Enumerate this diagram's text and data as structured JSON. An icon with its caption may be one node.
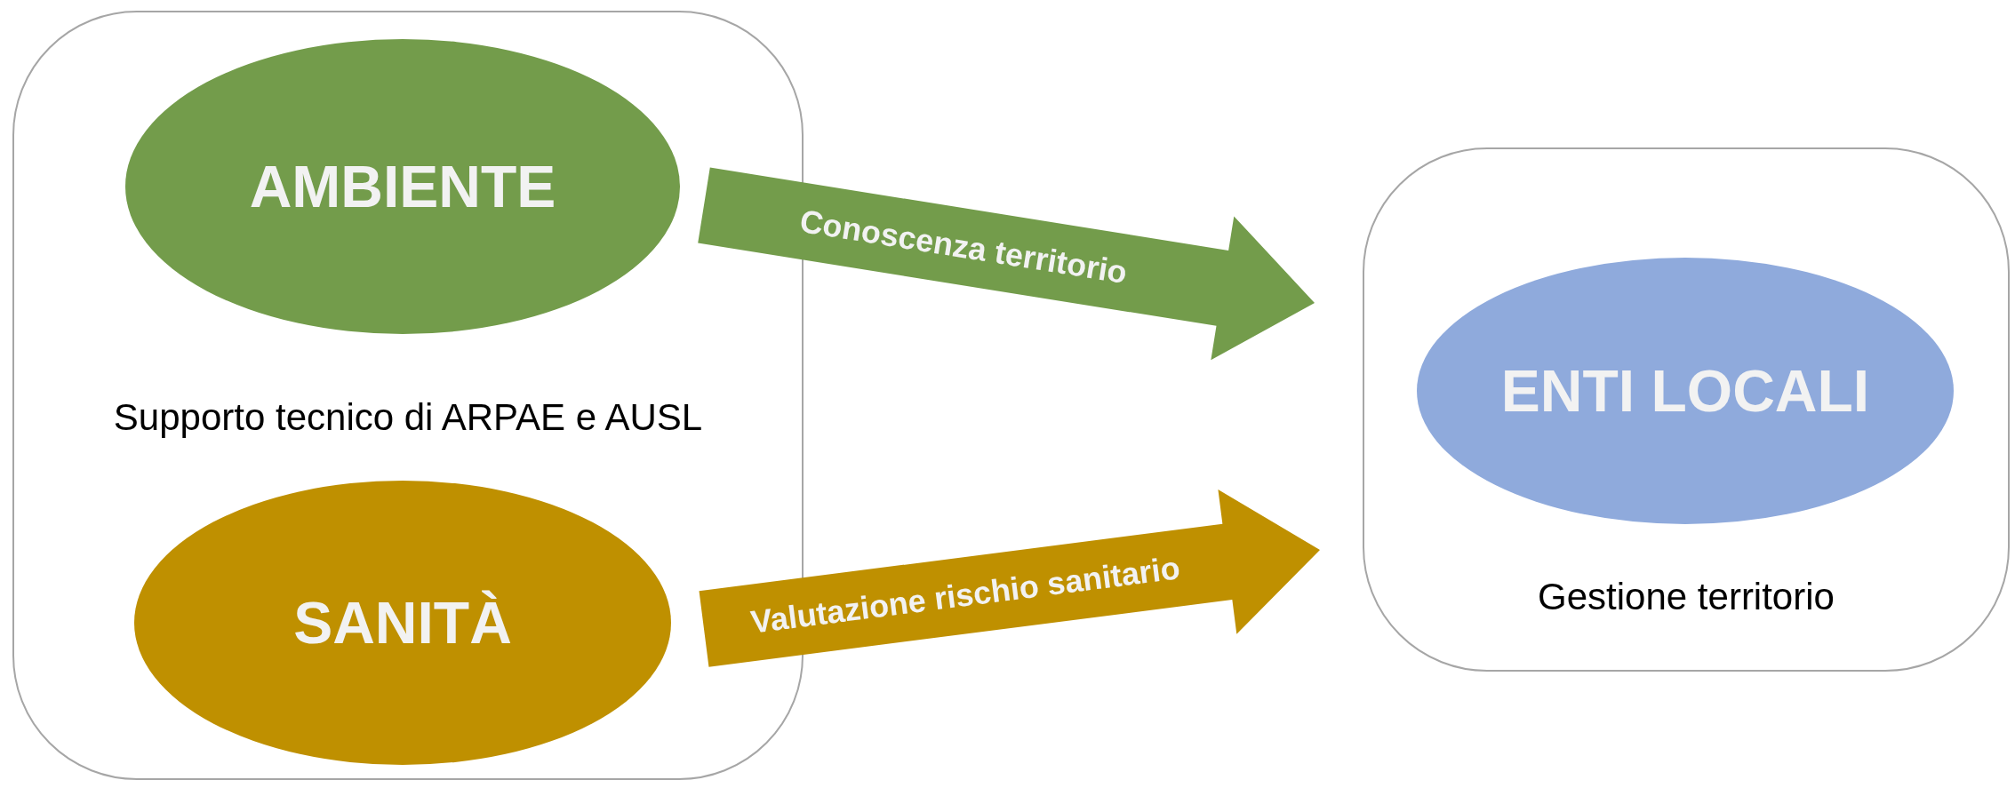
{
  "diagram": {
    "nodes": [
      {
        "text": [
          "Supporto tecnico di ARPAE e AUSL"
        ]
      },
      {
        "text": [
          "AMBIENTE"
        ],
        "in": 0
      },
      {
        "text": [
          "SANITÀ"
        ],
        "in": 0
      },
      {
        "text": [
          "Gestione territorio"
        ]
      },
      {
        "text": [
          "ENTI LOCALI"
        ],
        "in": 3
      }
    ],
    "edges": [
      {
        "from": 1,
        "to": 4,
        "arrow": "to",
        "label": "Conoscenza territorio",
        "style": "thick",
        "color": "#739c4b"
      },
      {
        "from": 2,
        "to": 4,
        "arrow": "to",
        "label": "Valutazione rischio sanitario",
        "style": "thick",
        "color": "#bf9000"
      }
    ]
  }
}
